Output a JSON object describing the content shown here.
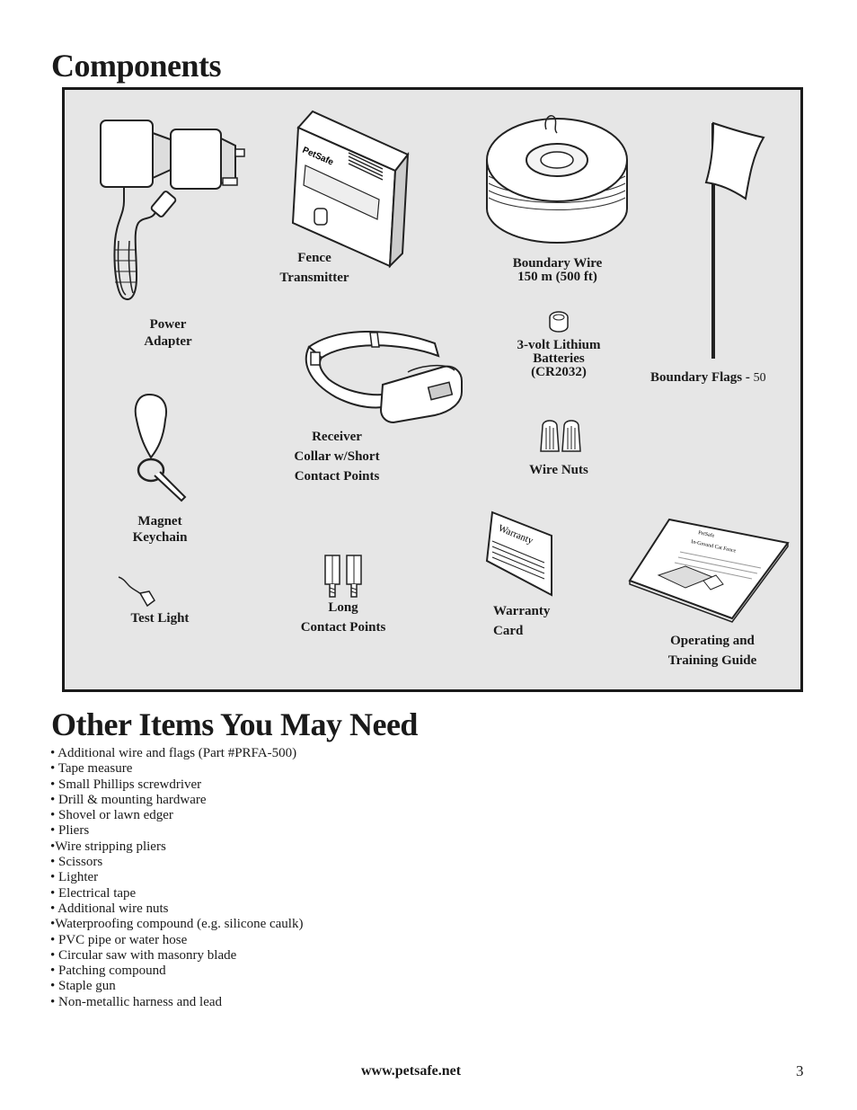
{
  "components": {
    "title": "Components",
    "power_adapter": [
      "Power",
      "Adapter"
    ],
    "fence_transmitter": [
      "Fence",
      "Transmitter"
    ],
    "boundary_wire": [
      "Boundary Wire",
      "150 m (500 ft)"
    ],
    "boundary_flags": "Boundary Flags - ",
    "boundary_flags_count": "50",
    "batteries": [
      "3-volt Lithium",
      "Batteries",
      "(CR2032)"
    ],
    "receiver_collar": [
      "Receiver",
      "Collar w/Short",
      "Contact Points"
    ],
    "wire_nuts": "Wire Nuts",
    "magnet_keychain": [
      "Magnet",
      "Keychain"
    ],
    "test_light": "Test Light",
    "long_contact_points": [
      "Long",
      "Contact Points"
    ],
    "warranty_card": [
      "Warranty",
      "Card"
    ],
    "operating_guide": [
      "Operating and",
      "Training Guide"
    ],
    "transmitter_brand_text": "PetSafe",
    "warranty_card_text": "Warranty",
    "guide_cover_text": [
      "PetSafe",
      "In-Ground Cat Fence"
    ]
  },
  "other_items": {
    "title": "Other Items You May Need",
    "items": [
      "• Additional wire and flags (Part #PRFA-500)",
      "• Tape measure",
      "• Small Phillips screwdriver",
      "• Drill & mounting hardware",
      "• Shovel or lawn edger",
      "• Pliers",
      "•Wire stripping pliers",
      "• Scissors",
      "• Lighter",
      "• Electrical tape",
      "• Additional wire nuts",
      "•Waterproofing compound (e.g. silicone caulk)",
      "• PVC pipe or water hose",
      "• Circular saw with masonry blade",
      "• Patching compound",
      "• Staple gun",
      "• Non-metallic harness and lead"
    ]
  },
  "footer": {
    "url": "www.petsafe.net",
    "page_number": "3"
  }
}
